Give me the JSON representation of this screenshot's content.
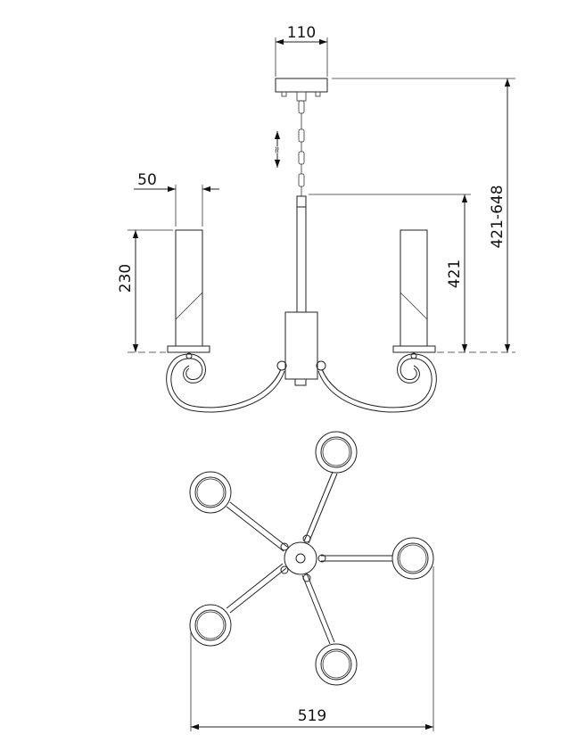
{
  "drawing": {
    "dimensions": {
      "canopy_width": "110",
      "shade_width": "50",
      "shade_height": "230",
      "body_height": "421",
      "total_height": "421-648",
      "span_width": "519"
    },
    "chain_adjust_symbol": "≈"
  },
  "colors": {
    "line": "#222222",
    "background": "#ffffff"
  }
}
